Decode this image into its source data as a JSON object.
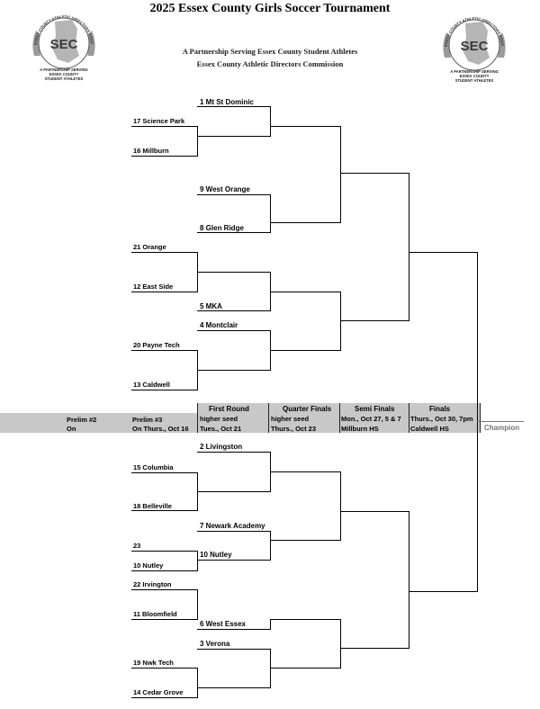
{
  "header": {
    "title": "2025  Essex County Girls Soccer Tournament",
    "subtitle1": "A Partnership Serving Essex County Student Athletes",
    "subtitle2": "Essex County Athletic Directors Commission"
  },
  "logo": {
    "letters": "SEC",
    "ring_text": "ESSEX COUNTY ATHLETIC DIRECTORS ASSOCIATION",
    "caption1": "A PARTNERSHIP SERVING",
    "caption2": "ESSEX COUNTY",
    "caption3": "STUDENT ATHLETES"
  },
  "rounds": {
    "prelim2": {
      "label": "Prelim #2",
      "date": "On"
    },
    "prelim3": {
      "label": "Prelim #3",
      "date": "On Thurs., Oct 16"
    },
    "first": {
      "title": "First Round",
      "line2": "higher seed",
      "line3": "Tues., Oct 21"
    },
    "quarter": {
      "title": "Quarter Finals",
      "line2": "higher seed",
      "line3": "Thurs., Oct 23"
    },
    "semi": {
      "title": "Semi Finals",
      "line2": "Mon., Oct 27, 5 & 7",
      "line3": "Millburn HS"
    },
    "finals": {
      "title": "Finals",
      "line2": "Thurs., Oct 30, 7pm",
      "line3": "Caldwell HS"
    },
    "champion": "Champion"
  },
  "teams": {
    "mt_st_dominic": "1 Mt St Dominic",
    "science_park": "17 Science Park",
    "millburn": "16 Millburn",
    "west_orange": "9 West Orange",
    "glen_ridge": "8 Glen Ridge",
    "orange": "21 Orange",
    "east_side": "12 East Side",
    "mka": "5  MKA",
    "montclair": "4 Montclair",
    "payne_tech": "20 Payne Tech",
    "caldwell": "13 Caldwell",
    "livingston": "2 Livingston",
    "columbia": "15 Columbia",
    "belleville": "18 Belleville",
    "newark_academy": "7 Newark Academy",
    "seed23": "23",
    "nutley_prelim": "10 Nutley",
    "nutley": "10 Nutley",
    "irvington": "22 Irvington",
    "bloomfield": "11 Bloomfield",
    "west_essex": "6 West Essex",
    "verona": "3 Verona",
    "nwk_tech": "19 Nwk Tech",
    "cedar_grove": "14 Cedar Grove"
  }
}
